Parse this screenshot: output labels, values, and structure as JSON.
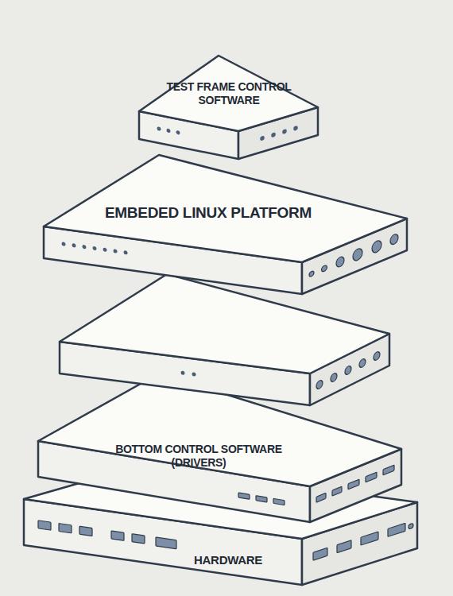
{
  "diagram": {
    "nodes": [
      {
        "text": [
          "TEST FRAME CONTROL SOFTWARE"
        ]
      },
      {
        "text": [
          "EMBEDED LINUX PLATFORM"
        ]
      },
      {
        "text": [
          "BOTTOM CONTROL SOFTWARE (DRIVERS)"
        ]
      },
      {
        "text": [
          "HARDWARE"
        ]
      }
    ]
  }
}
